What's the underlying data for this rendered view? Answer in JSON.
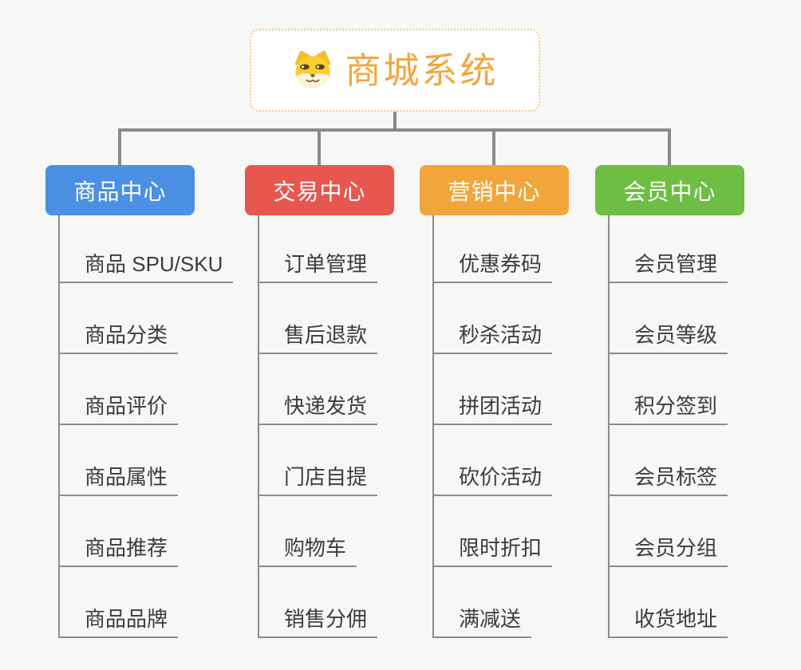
{
  "root": {
    "title": "商城系统",
    "icon": "dog-face-icon",
    "title_color": "#F2A63F",
    "border_color": "#F6C77D"
  },
  "connector_color": "#8A8A8A",
  "leaf_line_color": "#8C8C8C",
  "branches": [
    {
      "label": "商品中心",
      "color": "#4B90E2",
      "items": [
        "商品 SPU/SKU",
        "商品分类",
        "商品评价",
        "商品属性",
        "商品推荐",
        "商品品牌"
      ]
    },
    {
      "label": "交易中心",
      "color": "#E7574F",
      "items": [
        "订单管理",
        "售后退款",
        "快递发货",
        "门店自提",
        "购物车",
        "销售分佣"
      ]
    },
    {
      "label": "营销中心",
      "color": "#F0A63A",
      "items": [
        "优惠券码",
        "秒杀活动",
        "拼团活动",
        "砍价活动",
        "限时折扣",
        "满减送"
      ]
    },
    {
      "label": "会员中心",
      "color": "#6EBE44",
      "items": [
        "会员管理",
        "会员等级",
        "积分签到",
        "会员标签",
        "会员分组",
        "收货地址"
      ]
    }
  ]
}
